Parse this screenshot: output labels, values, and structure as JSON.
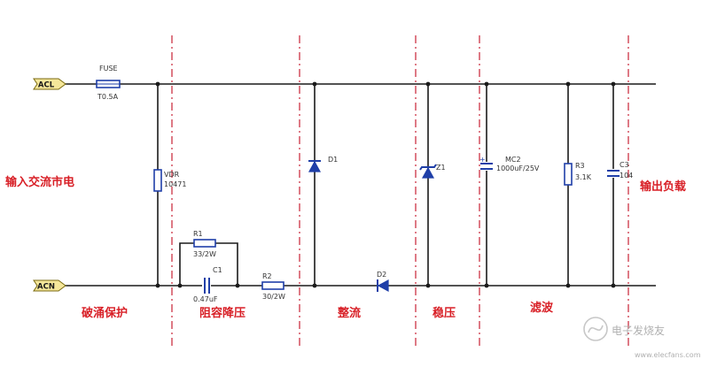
{
  "ports": {
    "acl": "ACL",
    "acn": "ACN"
  },
  "components": {
    "fuse_name": "FUSE",
    "fuse_value": "T0.5A",
    "vdr_name": "VDR",
    "vdr_value": "10471",
    "r1_name": "R1",
    "r1_value": "33/2W",
    "c1_name": "C1",
    "c1_value": "0.47uF",
    "r2_name": "R2",
    "r2_value": "30/2W",
    "d1_name": "D1",
    "d2_name": "D2",
    "z1_name": "Z1",
    "mc2_name": "MC2",
    "mc2_value": "1000uF/25V",
    "r3_name": "R3",
    "r3_value": "3.1K",
    "c3_name": "C3",
    "c3_value": "104"
  },
  "labels": {
    "input": "输入交流市电",
    "output": "输出负载",
    "protection": "破涌保护",
    "rc_drop": "阻容降压",
    "rectify": "整流",
    "regulate": "稳压",
    "filter": "滤波"
  },
  "watermark": {
    "text": "电子发烧友",
    "url": "www.elecfans.com"
  },
  "colors": {
    "wire": "#1a1a1a",
    "divider": "#cc3344",
    "component": "#1f3fa8",
    "stage_label": "#d81f26",
    "port_fill": "#f5e79a"
  }
}
